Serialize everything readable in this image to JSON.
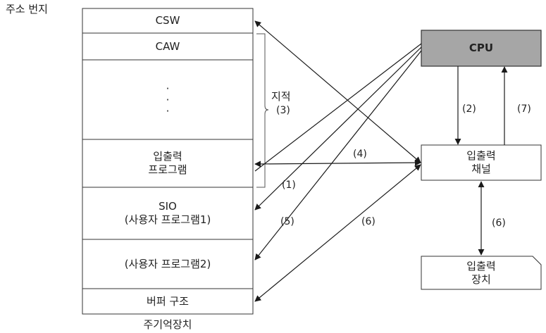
{
  "header": {
    "address_label": "주소 번지"
  },
  "memory": {
    "caption": "주기억장치",
    "cells": {
      "csw": "CSW",
      "caw": "CAW",
      "dots": [
        "·",
        "·",
        "·"
      ],
      "io_program": [
        "입출력",
        "프로그램"
      ],
      "sio": [
        "SIO",
        "(사용자 프로그램1)"
      ],
      "user_program2": "(사용자 프로그램2)",
      "buffer": "버퍼 구조"
    },
    "pointer_label": "지적",
    "pointer_num": "(3)"
  },
  "cpu": {
    "label": "CPU",
    "fill": "#a6a6a6"
  },
  "channel": {
    "label": [
      "입출력",
      "채널"
    ]
  },
  "device": {
    "label": [
      "입출력",
      "장치"
    ]
  },
  "arrow_labels": {
    "l1": "(1)",
    "l2": "(2)",
    "l4": "(4)",
    "l5": "(5)",
    "l6a": "(6)",
    "l6b": "(6)",
    "l7": "(7)"
  },
  "colors": {
    "line": "#1a1a1a",
    "box": "#333333"
  }
}
